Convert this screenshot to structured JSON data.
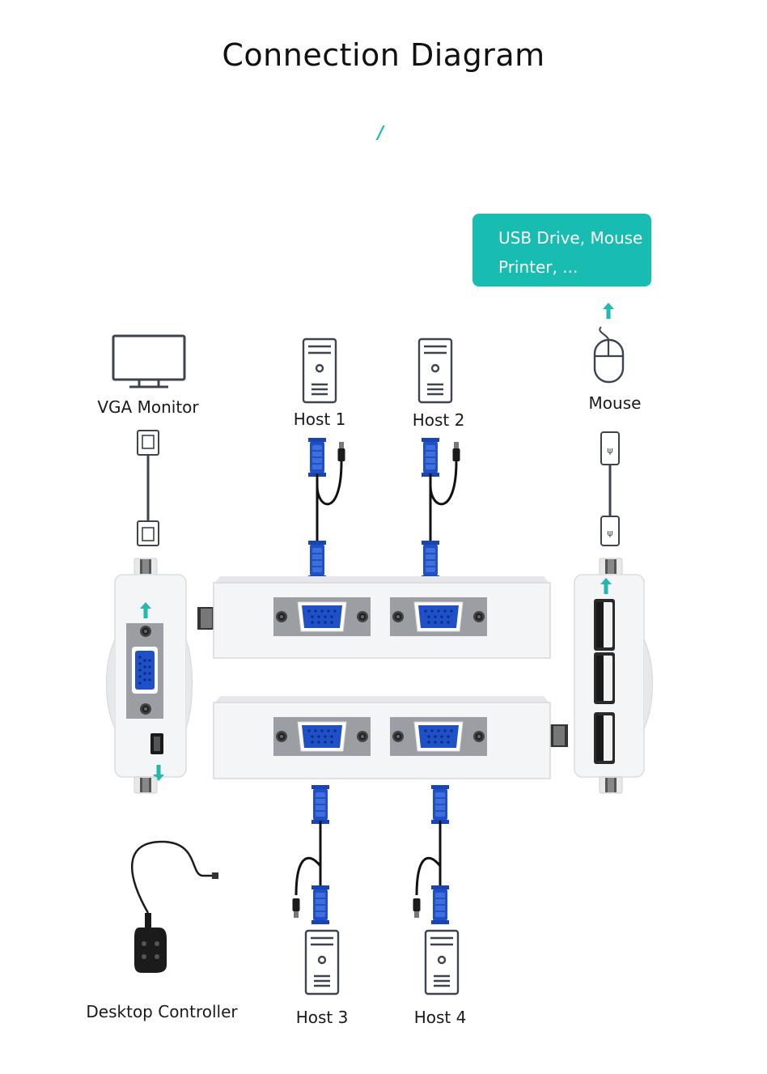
{
  "title": "Connection Diagram",
  "separator": "/",
  "callout": {
    "line1": "USB Drive, Mouse",
    "line2": "Printer, ...",
    "color": "#19bcb0"
  },
  "labels": {
    "vga_monitor": "VGA Monitor",
    "host1": "Host 1",
    "host2": "Host 2",
    "host3": "Host 3",
    "host4": "Host 4",
    "mouse": "Mouse",
    "desktop_controller": "Desktop Controller"
  },
  "colors": {
    "vga_blue": "#1f50c8",
    "arrow_teal": "#22b8b0",
    "device_white": "#f4f5f6",
    "panel_gray": "#9b9ea3",
    "line_dark": "#4a4f57"
  },
  "icons": {
    "monitor": "monitor-icon",
    "host": "desktop-tower-icon",
    "mouse": "mouse-icon",
    "usb": "usb-plug-icon",
    "vga": "vga-connector-icon",
    "controller": "desktop-controller-icon"
  }
}
